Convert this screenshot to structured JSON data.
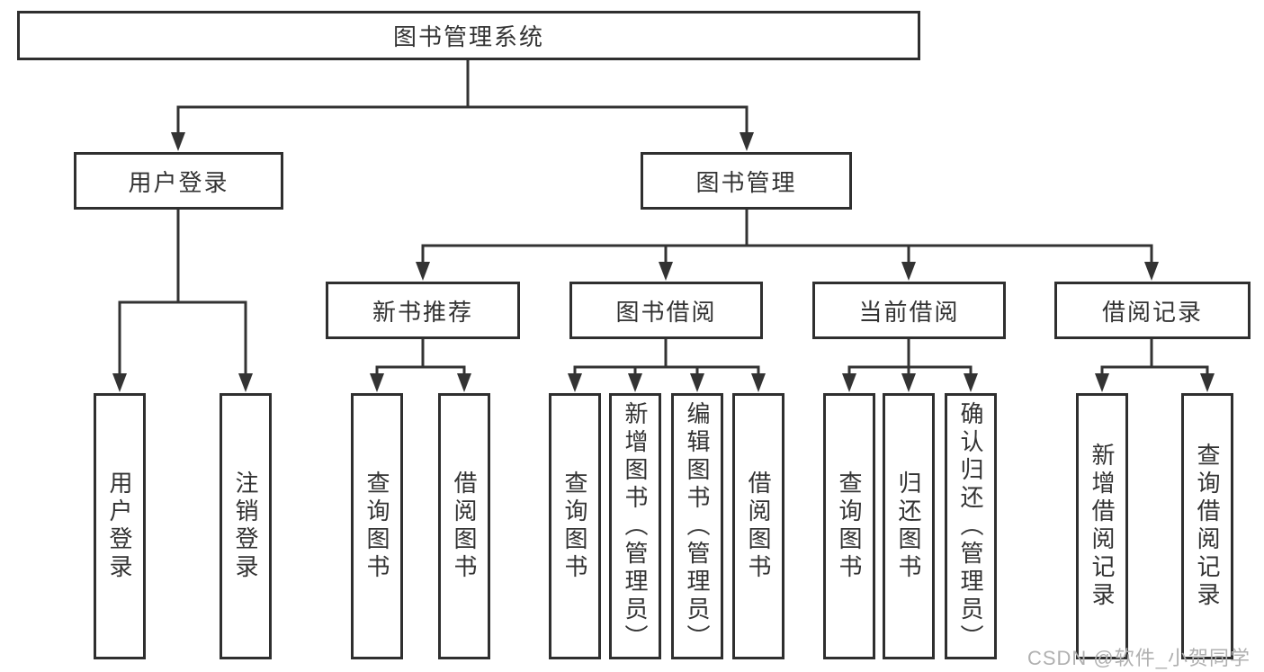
{
  "diagram": {
    "root": {
      "label": "图书管理系统"
    },
    "branches": [
      {
        "label": "用户登录",
        "children": [
          {
            "label": "用户登录"
          },
          {
            "label": "注销登录"
          }
        ]
      },
      {
        "label": "图书管理",
        "children": [
          {
            "label": "新书推荐",
            "children": [
              {
                "label": "查询图书"
              },
              {
                "label": "借阅图书"
              }
            ]
          },
          {
            "label": "图书借阅",
            "children": [
              {
                "label": "查询图书"
              },
              {
                "label": "新增图书（管理员）"
              },
              {
                "label": "编辑图书（管理员）"
              },
              {
                "label": "借阅图书"
              }
            ]
          },
          {
            "label": "当前借阅",
            "children": [
              {
                "label": "查询图书"
              },
              {
                "label": "归还图书"
              },
              {
                "label": "确认归还（管理员）"
              }
            ]
          },
          {
            "label": "借阅记录",
            "children": [
              {
                "label": "新增借阅记录"
              },
              {
                "label": "查询借阅记录"
              }
            ]
          }
        ]
      }
    ]
  },
  "watermark": {
    "text": "CSDN @软件_小贺同学"
  },
  "colors": {
    "line": "#333333",
    "box_border": "#2f2f2f",
    "text": "#333333",
    "watermark": "#b0b0b0",
    "background": "#ffffff"
  }
}
